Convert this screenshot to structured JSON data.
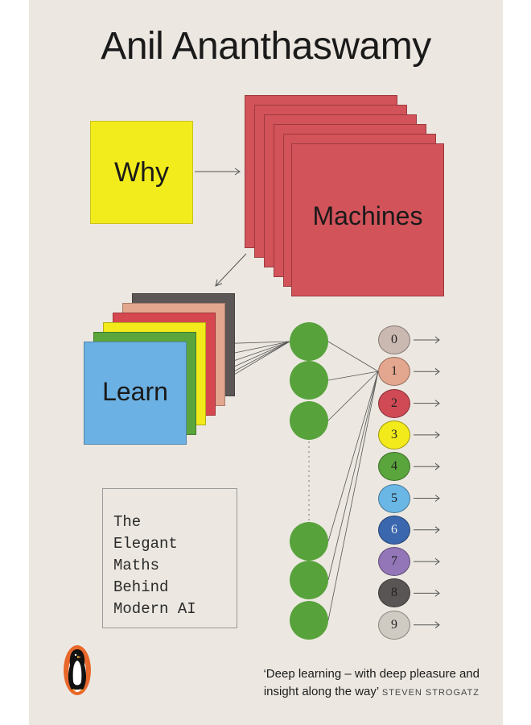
{
  "cover": {
    "author": "Anil Ananthaswamy",
    "title_words": {
      "why": "Why",
      "machines": "Machines",
      "learn": "Learn"
    },
    "subtitle_lines": [
      "The",
      "Elegant",
      "Maths",
      "Behind",
      "Modern AI"
    ],
    "output_digits": [
      "0",
      "1",
      "2",
      "3",
      "4",
      "5",
      "6",
      "7",
      "8",
      "9"
    ],
    "output_colors": [
      "#c9b9b1",
      "#e3a68e",
      "#cf4a55",
      "#f2ea1a",
      "#5aa53c",
      "#6ab7e6",
      "#3a67ae",
      "#9276b8",
      "#595554",
      "#cfcbc2"
    ],
    "learn_colors": [
      "#6cb1e3",
      "#5aa53c",
      "#f2ea1a",
      "#d6484f",
      "#e3a68e",
      "#5c5756"
    ],
    "machines_color": "#d2535a",
    "why_color": "#f3ec1c",
    "quote_line1": "‘Deep learning – with deep pleasure and",
    "quote_line2": "insight along the way’",
    "quote_attribution": "STEVEN STROGATZ",
    "publisher_logo": "penguin-logo"
  }
}
